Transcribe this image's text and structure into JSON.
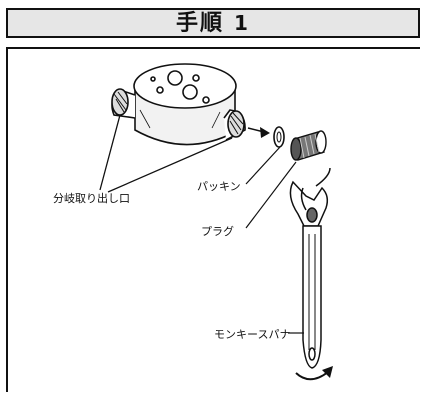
{
  "title": {
    "text": "手順",
    "number": "1"
  },
  "labels": {
    "branch_outlet": "分岐取り出し口",
    "packing": "パッキン",
    "plug": "プラグ",
    "wrench": "モンキースパナ"
  }
}
